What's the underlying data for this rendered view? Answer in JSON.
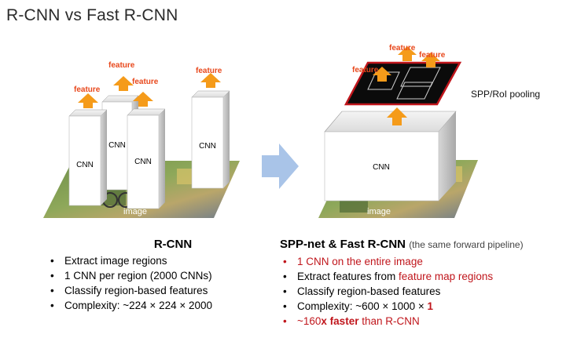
{
  "title": "R-CNN vs Fast R-CNN",
  "left_figure": {
    "labels": {
      "cnn": "CNN",
      "feature": "feature",
      "image": "image"
    }
  },
  "right_figure": {
    "labels": {
      "cnn": "CNN",
      "feature": "feature",
      "image": "image",
      "pooling": "SPP/RoI pooling"
    }
  },
  "colors": {
    "arrow_orange": "#f59b1a",
    "arrow_blue": "#a9c4e8",
    "accent_red": "#c0161c",
    "feature_text": "#e8481c"
  },
  "left_column": {
    "heading": "R-CNN",
    "items": [
      "Extract image regions",
      "1 CNN per region (2000 CNNs)",
      "Classify region-based features",
      "Complexity: ~224 × 224 × 2000"
    ]
  },
  "right_column": {
    "heading": "SPP-net & Fast R-CNN",
    "heading_note": "(the same forward pipeline)",
    "item1": "1 CNN on the entire image",
    "item2_prefix": "Extract features from ",
    "item2_highlight": "feature map regions",
    "item3": "Classify region-based features",
    "item4_prefix": "Complexity: ~600 × 1000 × ",
    "item4_bold": "1",
    "item5_prefix": "~160",
    "item5_bold": "x faster",
    "item5_suffix": " than R-CNN"
  }
}
